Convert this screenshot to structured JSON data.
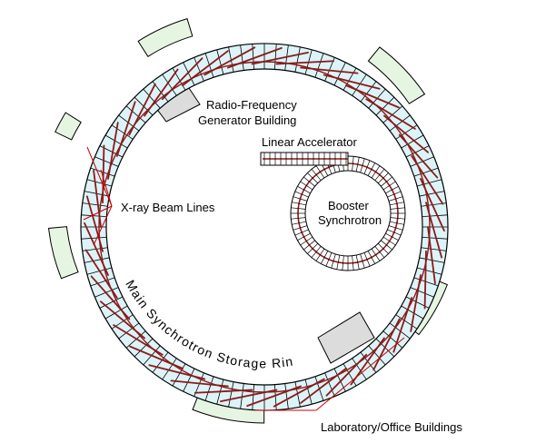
{
  "labels": {
    "rf_line1": "Radio-Frequency",
    "rf_line2": "Generator Building",
    "linac": "Linear Accelerator",
    "booster_line1": "Booster",
    "booster_line2": "Synchrotron",
    "xray": "X-ray Beam Lines",
    "storage_ring": "Main Synchrotron Storage Ring",
    "lab": "Laboratory/Office Buildings"
  },
  "colors": {
    "ring_fill": "#dcf3f7",
    "building_fill": "#e6f5e1",
    "gray_building": "#dcdcdc",
    "beamline": "#8b1a1a",
    "leader": "#cc0000"
  }
}
